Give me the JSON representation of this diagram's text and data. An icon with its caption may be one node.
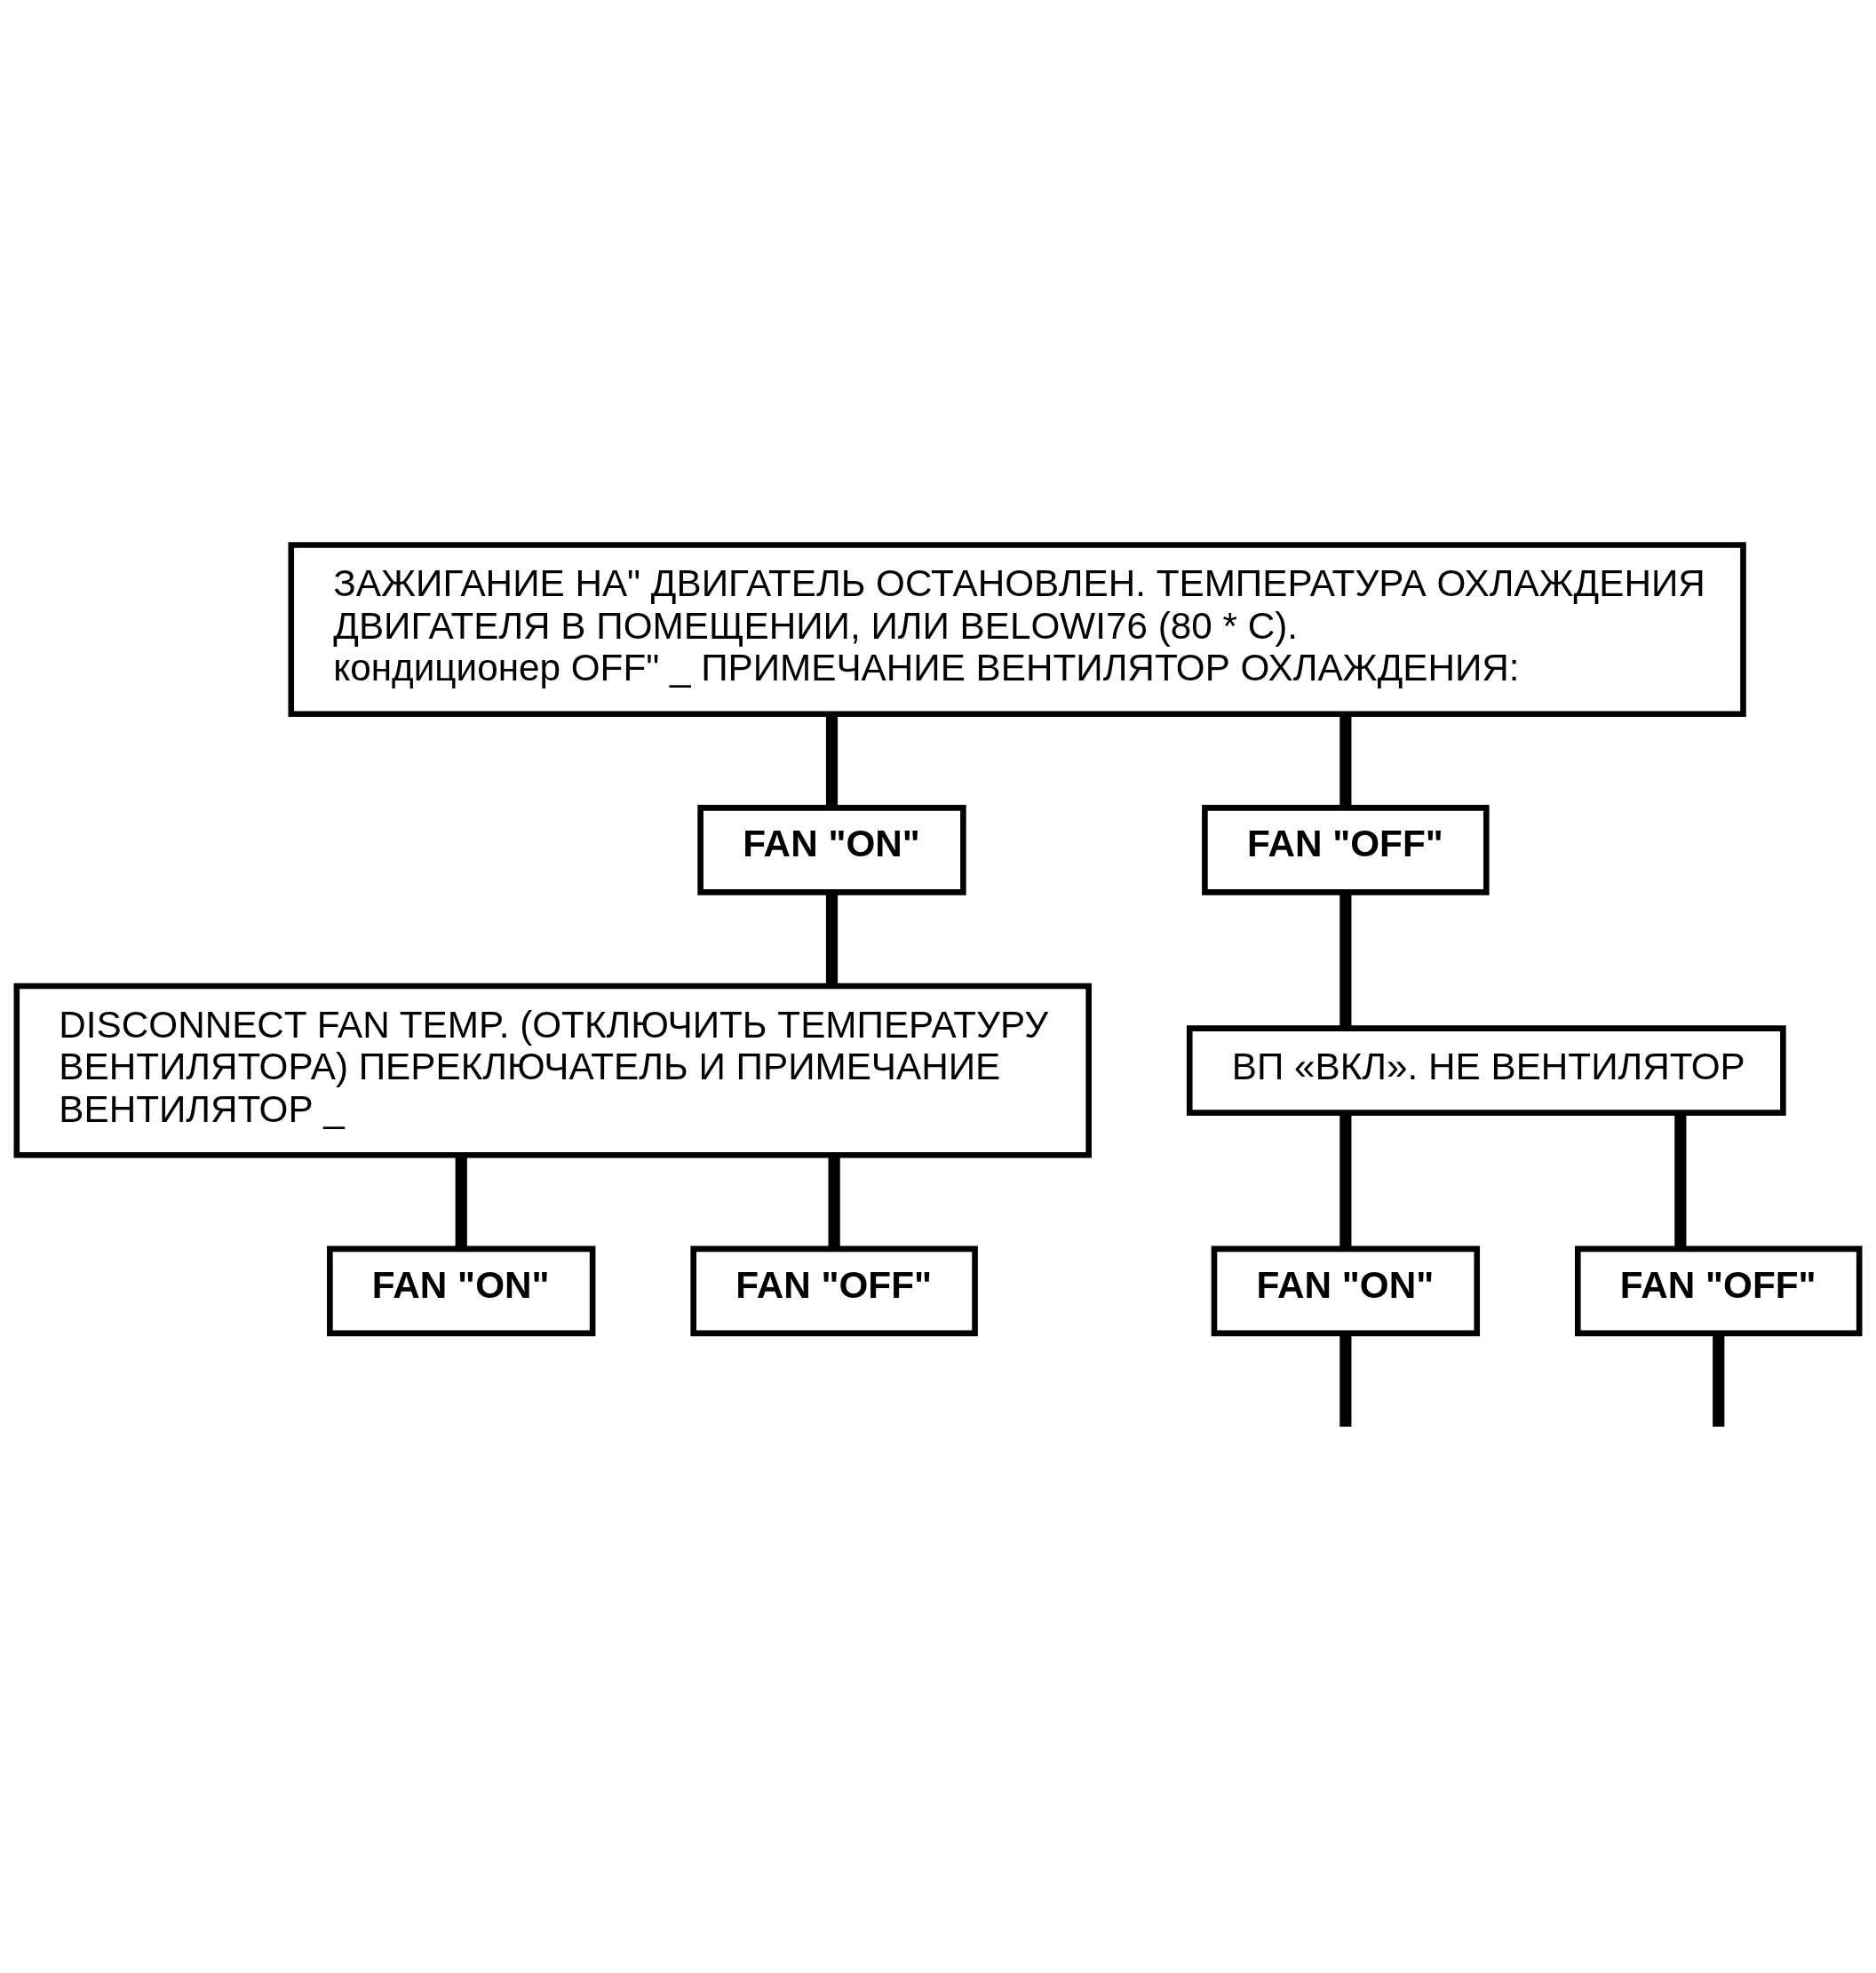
{
  "diagram": {
    "nodes": [
      {
        "text": [
          "ЗАЖИГАНИЕ НА\" ДВИГАТЕЛЬ ОСТАНОВЛЕН. ТЕМПЕРАТУРА ОХЛАЖДЕНИЯ ДВИГАТЕЛЯ В ПОМЕЩЕНИИ, ИЛИ BELOWI76 (80 * C).",
          "кондиционер OFF\" _ ПРИМЕЧАНИЕ ВЕНТИЛЯТОР ОХЛАЖДЕНИЯ:"
        ]
      },
      {
        "text": [
          "FAN \"ON\""
        ]
      },
      {
        "text": [
          "FAN \"OFF\""
        ]
      },
      {
        "text": [
          "DISCONNECT FAN TEMP. (ОТКЛЮЧИТЬ ТЕМПЕРАТУРУ ВЕНТИЛЯТОРА) ПЕРЕКЛЮЧАТЕЛЬ И ПРИМЕЧАНИЕ ВЕНТИЛЯТОР _"
        ]
      },
      {
        "text": [
          "ВП «ВКЛ». НЕ ВЕНТИЛЯТОР"
        ]
      },
      {
        "text": [
          "FAN \"ON\""
        ]
      },
      {
        "text": [
          "FAN \"OFF\""
        ]
      },
      {
        "text": [
          "FAN \"ON\""
        ]
      },
      {
        "text": [
          "FAN \"OFF\""
        ]
      }
    ],
    "edges": [
      {
        "from": 0,
        "to": 1,
        "arrow": "none"
      },
      {
        "from": 0,
        "to": 2,
        "arrow": "none"
      },
      {
        "from": 1,
        "to": 3,
        "arrow": "none"
      },
      {
        "from": 2,
        "to": 4,
        "arrow": "none"
      },
      {
        "from": 3,
        "to": 5,
        "arrow": "none"
      },
      {
        "from": 3,
        "to": 6,
        "arrow": "none"
      },
      {
        "from": 4,
        "to": 7,
        "arrow": "none"
      },
      {
        "from": 4,
        "to": 8,
        "arrow": "none"
      },
      {
        "from": 7,
        "to": null,
        "arrow": "none"
      },
      {
        "from": 8,
        "to": null,
        "arrow": "none"
      }
    ]
  }
}
